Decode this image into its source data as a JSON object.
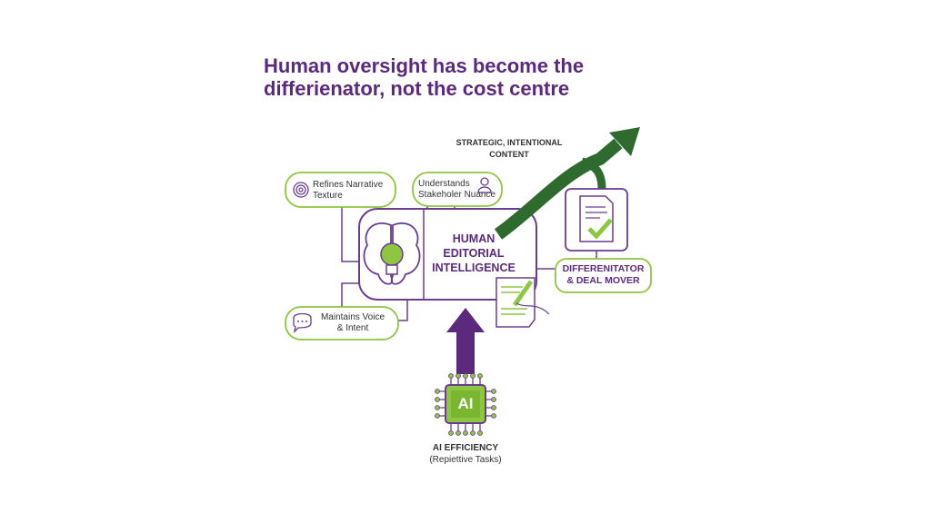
{
  "title": {
    "line1": "Human oversight has become the",
    "line2": "differienator, not the cost centre"
  },
  "strategic": {
    "line1": "STRATEGIC, INTENTIONAL",
    "line2": "CONTENT"
  },
  "boxes": {
    "refines": {
      "line1": "Refines Narrative",
      "line2": "Texture",
      "icon": "target-icon"
    },
    "understands": {
      "line1": "Understands",
      "line2": "Stakeholer Nuance",
      "icon": "person-icon"
    },
    "maintains": {
      "line1": "Maintains Voice",
      "line2": "& Intent",
      "icon": "speech-bubble-icon"
    }
  },
  "center": {
    "line1": "HUMAN",
    "line2": "EDITORIAL",
    "line3": "INTELLIGENCE"
  },
  "differentiator": {
    "line1": "DIFFERENITATOR",
    "line2": "& DEAL MOVER"
  },
  "chip": {
    "label": "AI"
  },
  "ai": {
    "line1": "AI EFFICIENCY",
    "line2": "(Repiettive Tasks)"
  },
  "colors": {
    "purple": "#5b2a7e",
    "green": "#8dc63f",
    "dark_green": "#2f6b2f"
  }
}
